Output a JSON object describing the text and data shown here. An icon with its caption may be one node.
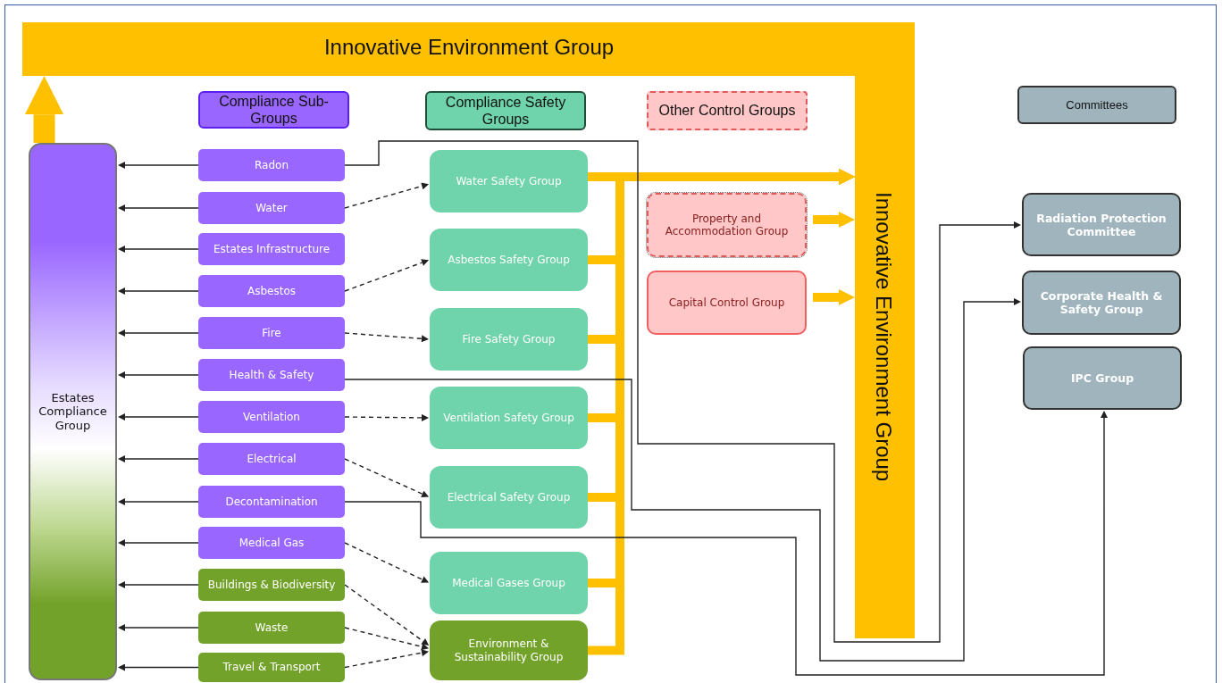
{
  "diagram": {
    "nodes": [
      {
        "text": [
          "Innovative Environment Group",
          "Innovative Environment Group"
        ]
      },
      {
        "text": [
          "Compliance Sub-Groups"
        ]
      },
      {
        "text": [
          "Compliance Safety Groups"
        ]
      },
      {
        "text": [
          "Other Control Groups"
        ]
      },
      {
        "text": [
          "Committees"
        ]
      },
      {
        "text": [
          "Estates Compliance Group"
        ]
      },
      {
        "text": [
          "Radon"
        ]
      },
      {
        "text": [
          "Water"
        ]
      },
      {
        "text": [
          "Estates Infrastructure"
        ]
      },
      {
        "text": [
          "Asbestos"
        ]
      },
      {
        "text": [
          "Fire"
        ]
      },
      {
        "text": [
          "Health & Safety"
        ]
      },
      {
        "text": [
          "Ventilation"
        ]
      },
      {
        "text": [
          "Electrical"
        ]
      },
      {
        "text": [
          "Decontamination"
        ]
      },
      {
        "text": [
          "Medical Gas"
        ]
      },
      {
        "text": [
          "Buildings & Biodiversity"
        ]
      },
      {
        "text": [
          "Waste"
        ]
      },
      {
        "text": [
          "Travel & Transport"
        ]
      },
      {
        "text": [
          "Water Safety Group"
        ]
      },
      {
        "text": [
          "Asbestos Safety Group"
        ]
      },
      {
        "text": [
          "Fire Safety Group"
        ]
      },
      {
        "text": [
          "Ventilation Safety Group"
        ]
      },
      {
        "text": [
          "Electrical Safety Group"
        ]
      },
      {
        "text": [
          "Medical Gases Group"
        ]
      },
      {
        "text": [
          "Environment & Sustainability Group"
        ]
      },
      {
        "text": [
          "Property and Accommodation Group"
        ]
      },
      {
        "text": [
          "Capital Control Group"
        ]
      },
      {
        "text": [
          "Radiation Protection Committee"
        ]
      },
      {
        "text": [
          "Corporate Health & Safety Group"
        ]
      },
      {
        "text": [
          "IPC Group"
        ]
      }
    ],
    "edges": [
      {
        "from": 5,
        "to": 0,
        "arrow": "to",
        "style": "thick",
        "color": "#ffc000"
      },
      {
        "from": 19,
        "to": 0,
        "arrow": "to",
        "style": "thick",
        "color": "#ffc000"
      },
      {
        "from": 20,
        "to": 0,
        "arrow": "to",
        "style": "thick",
        "color": "#ffc000"
      },
      {
        "from": 21,
        "to": 0,
        "arrow": "to",
        "style": "thick",
        "color": "#ffc000"
      },
      {
        "from": 22,
        "to": 0,
        "arrow": "to",
        "style": "thick",
        "color": "#ffc000"
      },
      {
        "from": 23,
        "to": 0,
        "arrow": "to",
        "style": "thick",
        "color": "#ffc000"
      },
      {
        "from": 24,
        "to": 0,
        "arrow": "to",
        "style": "thick",
        "color": "#ffc000"
      },
      {
        "from": 25,
        "to": 0,
        "arrow": "to",
        "style": "thick",
        "color": "#ffc000"
      },
      {
        "from": 26,
        "to": 0,
        "arrow": "to",
        "style": "thick",
        "color": "#ffc000"
      },
      {
        "from": 27,
        "to": 0,
        "arrow": "to",
        "style": "thick",
        "color": "#ffc000"
      },
      {
        "from": 6,
        "to": 5,
        "arrow": "to"
      },
      {
        "from": 7,
        "to": 5,
        "arrow": "to"
      },
      {
        "from": 8,
        "to": 5,
        "arrow": "to"
      },
      {
        "from": 9,
        "to": 5,
        "arrow": "to"
      },
      {
        "from": 10,
        "to": 5,
        "arrow": "to"
      },
      {
        "from": 11,
        "to": 5,
        "arrow": "to"
      },
      {
        "from": 12,
        "to": 5,
        "arrow": "to"
      },
      {
        "from": 13,
        "to": 5,
        "arrow": "to"
      },
      {
        "from": 14,
        "to": 5,
        "arrow": "to"
      },
      {
        "from": 15,
        "to": 5,
        "arrow": "to"
      },
      {
        "from": 16,
        "to": 5,
        "arrow": "to"
      },
      {
        "from": 17,
        "to": 5,
        "arrow": "to"
      },
      {
        "from": 18,
        "to": 5,
        "arrow": "to"
      },
      {
        "from": 7,
        "to": 19,
        "arrow": "to",
        "style": "dashed"
      },
      {
        "from": 9,
        "to": 20,
        "arrow": "to",
        "style": "dashed"
      },
      {
        "from": 10,
        "to": 21,
        "arrow": "to",
        "style": "dashed"
      },
      {
        "from": 12,
        "to": 22,
        "arrow": "to",
        "style": "dashed"
      },
      {
        "from": 13,
        "to": 23,
        "arrow": "to",
        "style": "dashed"
      },
      {
        "from": 15,
        "to": 24,
        "arrow": "to",
        "style": "dashed"
      },
      {
        "from": 16,
        "to": 25,
        "arrow": "to",
        "style": "dashed"
      },
      {
        "from": 17,
        "to": 25,
        "arrow": "to",
        "style": "dashed"
      },
      {
        "from": 18,
        "to": 25,
        "arrow": "to",
        "style": "dashed"
      },
      {
        "from": 6,
        "to": 28,
        "arrow": "to"
      },
      {
        "from": 11,
        "to": 29,
        "arrow": "to"
      },
      {
        "from": 14,
        "to": 30,
        "arrow": "to"
      }
    ]
  }
}
